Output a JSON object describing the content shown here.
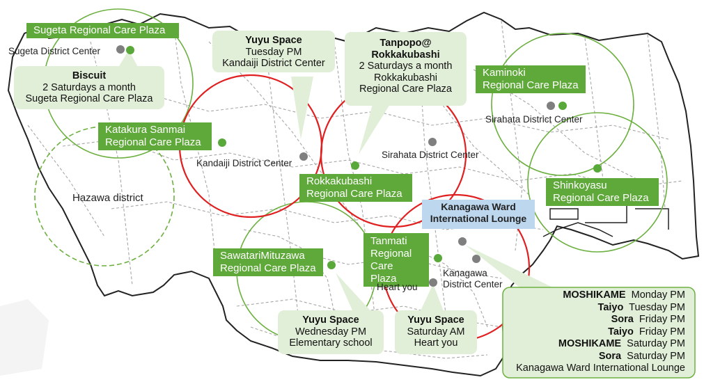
{
  "colors": {
    "plaza_fill": "#5fa83a",
    "callout_fill": "#e2efd8",
    "lounge_fill": "#bdd7ee",
    "red_circle": "#e02020",
    "green_circle": "#6cb040",
    "green_dot": "#59a93a",
    "gray_dot": "#7f7f7f",
    "road_dash": "#a6a6a6"
  },
  "plazas": {
    "sugeta": "Sugeta Regional Care Plaza",
    "katakura": [
      "Katakura Sanmai",
      "Regional Care Plaza"
    ],
    "rokkakubashi": [
      "Rokkakubashi",
      "Regional Care Plaza"
    ],
    "kaminoki": [
      "Kaminoki",
      "Regional Care Plaza"
    ],
    "shinkoyasu": [
      "Shinkoyasu",
      "Regional Care Plaza"
    ],
    "sawatari": [
      "SawatariMituzawa",
      "Regional Care Plaza"
    ],
    "tanmati": [
      "Tanmati",
      "Regional",
      "Care Plaza"
    ]
  },
  "lounge": [
    "Kanagawa Ward",
    "International Lounge"
  ],
  "places": {
    "sugeta_dc": "Sugeta District Center",
    "kandaiji_dc": "Kandaiji District Center",
    "sirahata_dc1": "Sirahata District Center",
    "sirahata_dc2": "Sirahata District Center",
    "kanagawa_dc": [
      "Kanagawa",
      "District Center"
    ],
    "heart_you": "Heart you",
    "hazawa": "Hazawa district"
  },
  "callouts": {
    "biscuit": [
      "Biscuit",
      "2 Saturdays a month",
      "Sugeta Regional Care Plaza"
    ],
    "yuyu_tue": [
      "Yuyu Space",
      "Tuesday PM",
      "Kandaiji District Center"
    ],
    "tanpopo": [
      "Tanpopo@",
      "Rokkakubashi",
      "2 Saturdays a month",
      "Rokkakubashi",
      "Regional Care Plaza"
    ],
    "yuyu_wed": [
      "Yuyu Space",
      "Wednesday PM",
      "Elementary school"
    ],
    "yuyu_sat": [
      "Yuyu Space",
      "Saturday AM",
      "Heart  you"
    ]
  },
  "lounge_schedule": [
    {
      "group": "MOSHIKAME",
      "when": "Monday PM"
    },
    {
      "group": "Taiyo",
      "when": "Tuesday PM"
    },
    {
      "group": "Sora",
      "when": "Friday PM"
    },
    {
      "group": "Taiyo",
      "when": "Friday PM"
    },
    {
      "group": "MOSHIKAME",
      "when": "Saturday PM"
    },
    {
      "group": "Sora",
      "when": "Saturday PM"
    }
  ],
  "lounge_schedule_place": "Kanagawa Ward International Lounge"
}
